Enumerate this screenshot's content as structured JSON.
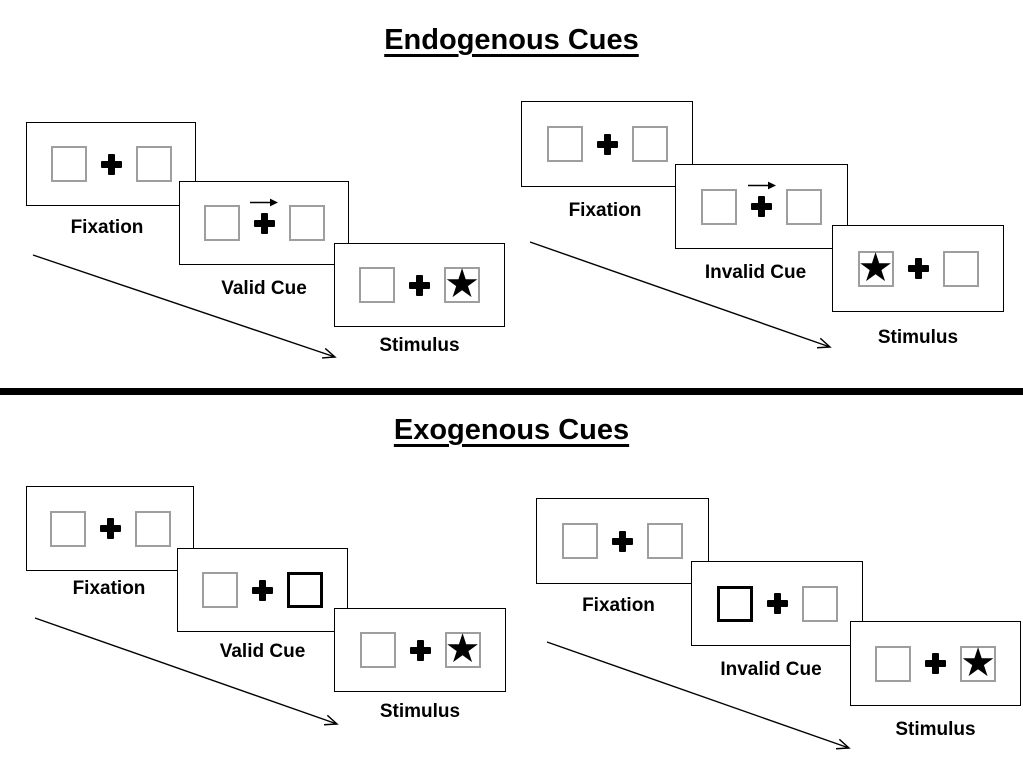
{
  "figure": {
    "kind": "spatial-cueing-paradigm-diagram",
    "divider": "horizontal-black-rule"
  },
  "glyphs": {
    "star": "★"
  },
  "colors": {
    "ink": "#000000",
    "panel_border": "#000000",
    "box_border": "#9e9e9e",
    "bold_box_border": "#000000",
    "divider": "#000000",
    "background": "#ffffff"
  },
  "sections": [
    {
      "title": "Endogenous Cues",
      "sequences": [
        {
          "name": "valid",
          "panels": [
            {
              "label": "Fixation",
              "type": "fixation"
            },
            {
              "label": "Valid Cue",
              "type": "cue",
              "cue_style": "central-arrow-right"
            },
            {
              "label": "Stimulus",
              "type": "stimulus",
              "star_position": "right"
            }
          ]
        },
        {
          "name": "invalid",
          "panels": [
            {
              "label": "Fixation",
              "type": "fixation"
            },
            {
              "label": "Invalid Cue",
              "type": "cue",
              "cue_style": "central-arrow-right"
            },
            {
              "label": "Stimulus",
              "type": "stimulus",
              "star_position": "left"
            }
          ]
        }
      ]
    },
    {
      "title": "Exogenous Cues",
      "sequences": [
        {
          "name": "valid",
          "panels": [
            {
              "label": "Fixation",
              "type": "fixation"
            },
            {
              "label": "Valid Cue",
              "type": "cue",
              "cue_style": "bold-box-right"
            },
            {
              "label": "Stimulus",
              "type": "stimulus",
              "star_position": "right"
            }
          ]
        },
        {
          "name": "invalid",
          "panels": [
            {
              "label": "Fixation",
              "type": "fixation"
            },
            {
              "label": "Invalid Cue",
              "type": "cue",
              "cue_style": "bold-box-left"
            },
            {
              "label": "Stimulus",
              "type": "stimulus",
              "star_position": "right"
            }
          ]
        }
      ]
    }
  ]
}
